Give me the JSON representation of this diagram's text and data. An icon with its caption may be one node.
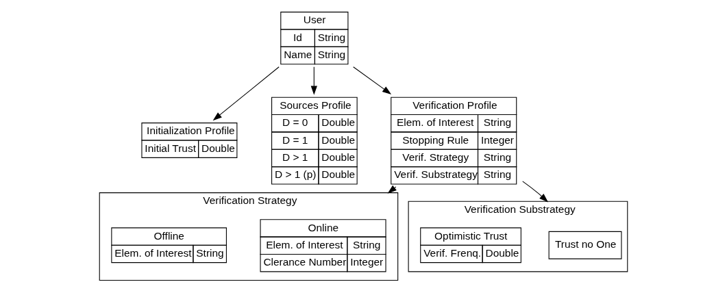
{
  "diagram": {
    "nodes": [
      {
        "text": [
          "User",
          "Id",
          "String",
          "Name",
          "String"
        ]
      },
      {
        "text": [
          "Initialization Profile",
          "Initial Trust",
          "Double"
        ]
      },
      {
        "text": [
          "Sources Profile",
          "D = 0",
          "Double",
          "D = 1",
          "Double",
          "D > 1",
          "Double",
          "D > 1 (p)",
          "Double"
        ]
      },
      {
        "text": [
          "Verification Profile",
          "Elem. of Interest",
          "String",
          "Stopping Rule",
          "Integer",
          "Verif. Strategy",
          "String",
          "Verif. Substrategy",
          "String"
        ]
      },
      {
        "text": [
          "Verification Strategy"
        ]
      },
      {
        "text": [
          "Online",
          "Elem. of Interest",
          "String",
          "Clerance Number",
          "Integer"
        ],
        "in": 4
      },
      {
        "text": [
          "Offline",
          "Elem. of Interest",
          "String"
        ],
        "in": 4
      },
      {
        "text": [
          "Verification Substrategy"
        ]
      },
      {
        "text": [
          "Trust no One"
        ],
        "in": 7
      },
      {
        "text": [
          "Optimistic Trust",
          "Verif. Frenq.",
          "Double"
        ],
        "in": 7
      }
    ],
    "edges": [
      {
        "from": 0,
        "to": 1,
        "arrow": "to"
      },
      {
        "from": 0,
        "to": 2,
        "arrow": "to"
      },
      {
        "from": 0,
        "to": 3,
        "arrow": "to"
      },
      {
        "from": 3,
        "to": 4,
        "arrow": "to"
      },
      {
        "from": 3,
        "to": 7,
        "arrow": "to"
      }
    ]
  }
}
